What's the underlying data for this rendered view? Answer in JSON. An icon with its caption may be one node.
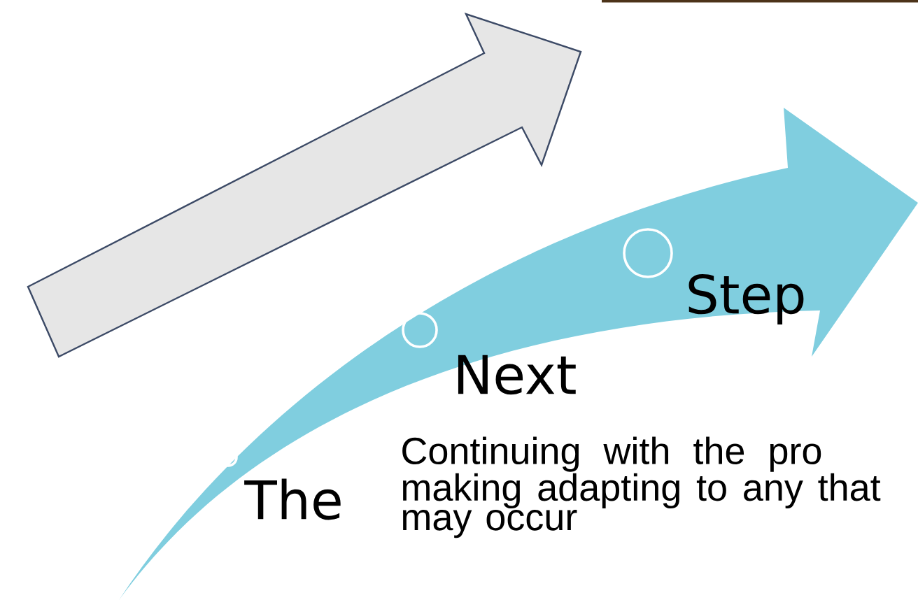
{
  "diagram": {
    "labels": [
      "The",
      "Next",
      "Step",
      "Continuing with the pro making adapting to any that may occur"
    ]
  }
}
